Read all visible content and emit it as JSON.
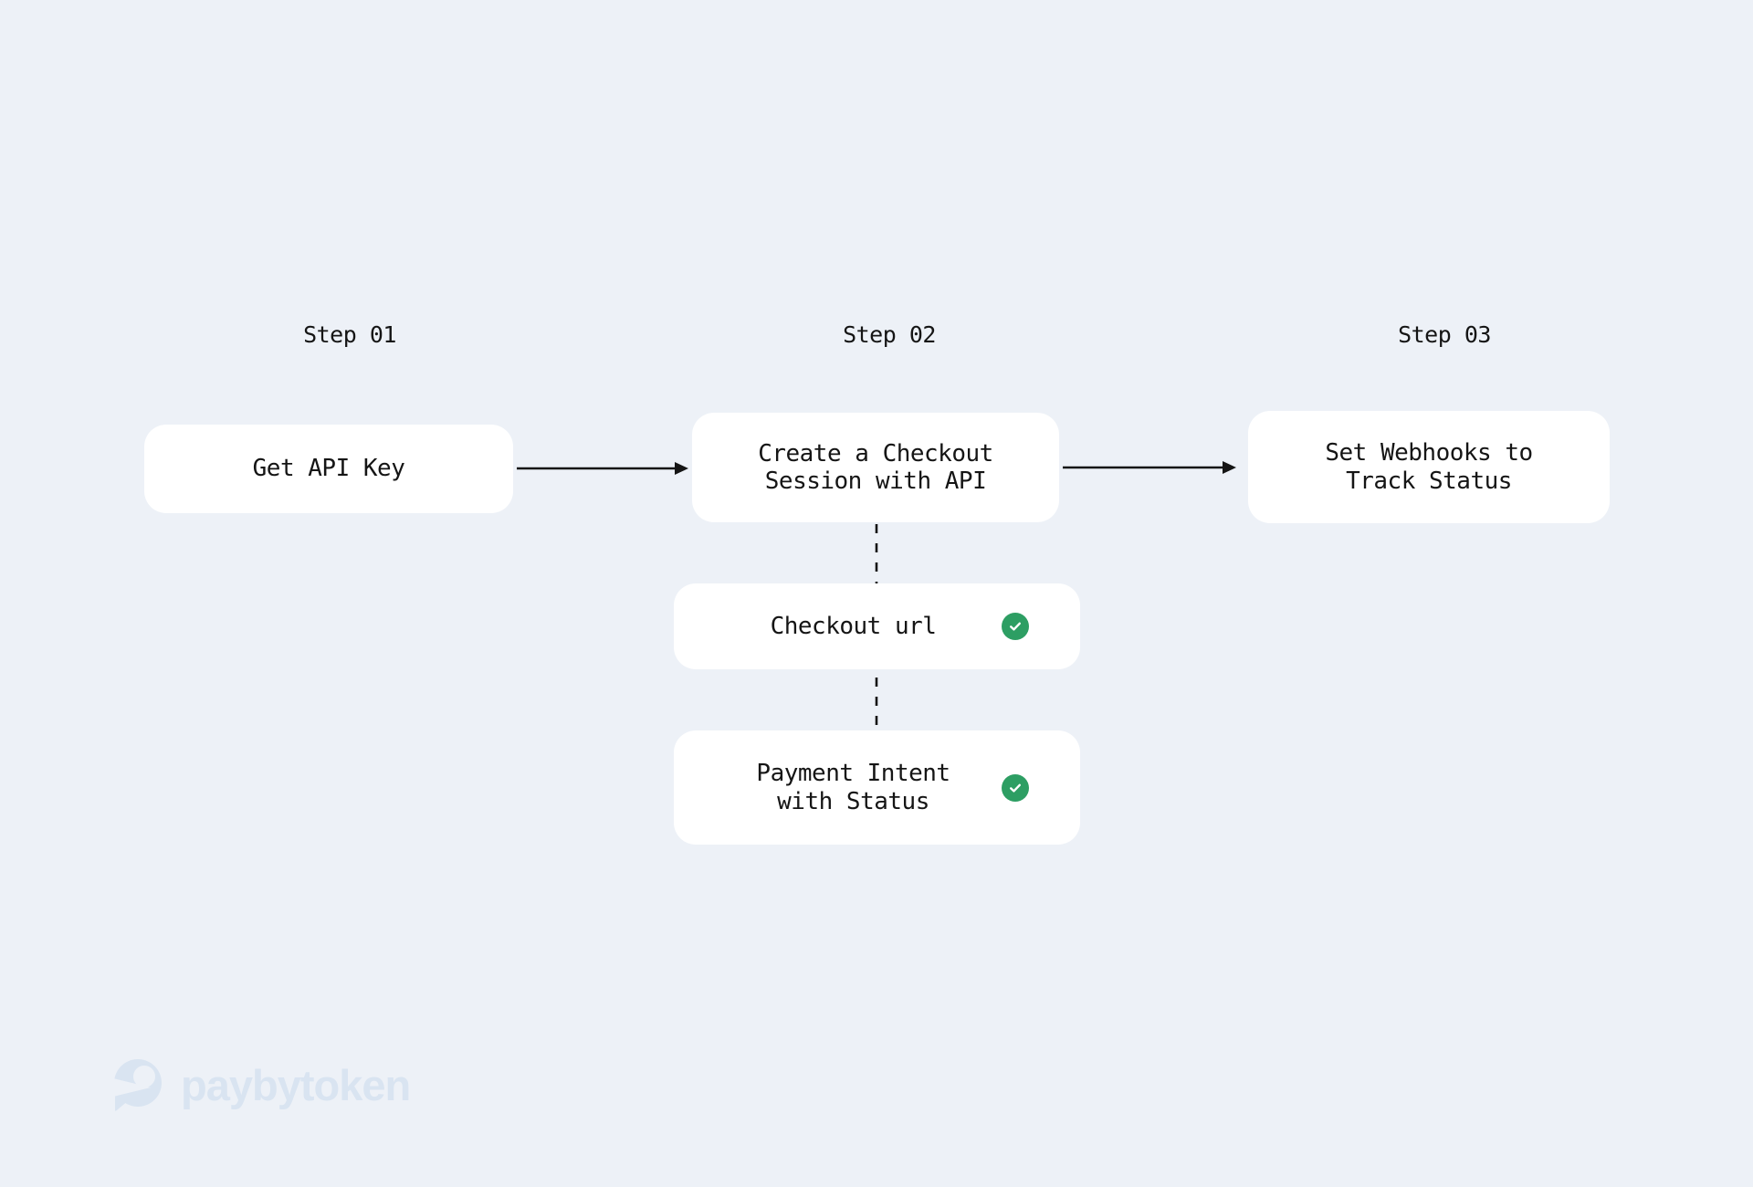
{
  "colors": {
    "background": "#edf1f7",
    "card": "#ffffff",
    "text": "#151515",
    "connector": "#151515",
    "check_green": "#2d9e63",
    "check_mark": "#ffffff",
    "logo": "#d9e4f1"
  },
  "steps": [
    {
      "label": "Step 01",
      "title": "Get API Key"
    },
    {
      "label": "Step 02",
      "title": "Create a Checkout\nSession with API"
    },
    {
      "label": "Step 03",
      "title": "Set Webhooks to\nTrack Status"
    }
  ],
  "outputs": [
    {
      "title": "Checkout url",
      "status": "checked"
    },
    {
      "title": "Payment Intent\nwith Status",
      "status": "checked"
    }
  ],
  "logo": {
    "wordmark": "paybytoken"
  }
}
